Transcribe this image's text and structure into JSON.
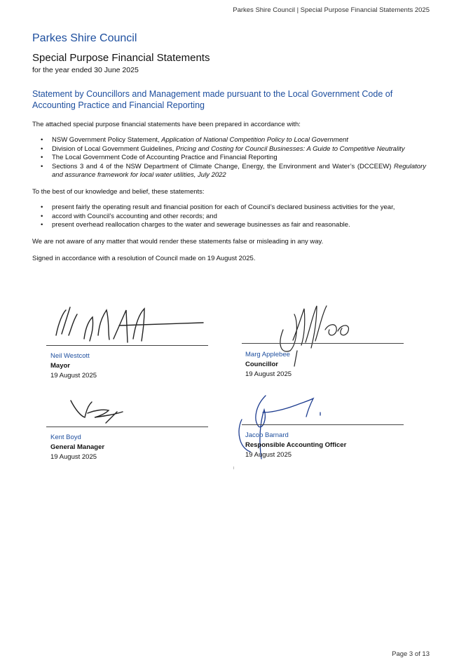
{
  "header": {
    "text": "Parkes Shire Council | Special Purpose Financial Statements 2025"
  },
  "council_name": "Parkes Shire Council",
  "title": "Special Purpose Financial Statements",
  "subtitle": "for the year ended 30 June 2025",
  "statement_heading": "Statement by Councillors and Management made pursuant to the Local Government Code of Accounting Practice and Financial Reporting",
  "intro": "The attached special purpose financial statements have been prepared in accordance with:",
  "accordance_items": [
    {
      "text": "NSW Government Policy Statement, ",
      "italic": "Application of National Competition Policy to Local Government",
      "tail": ""
    },
    {
      "text": "Division of Local Government Guidelines, ",
      "italic": "Pricing and Costing for Council Businesses: A Guide to Competitive Neutrality",
      "tail": ""
    },
    {
      "text": "The Local Government Code of Accounting Practice and Financial Reporting",
      "italic": "",
      "tail": ""
    },
    {
      "text": "Sections 3 and 4 of the NSW Department of Climate Change, Energy, the Environment and Water’s (DCCEEW) ",
      "italic": "Regulatory and assurance framework for local water utilities, July 2022",
      "tail": ""
    }
  ],
  "belief_intro": "To the best of our knowledge and belief, these statements:",
  "belief_items": [
    "present fairly the operating result and financial position for each of Council’s declared business activities for the year,",
    "accord with Council’s accounting and other records; and",
    "present overhead reallocation charges to the water and sewerage businesses as fair and reasonable."
  ],
  "not_aware": "We are not aware of any matter that would render these statements false or misleading in any way.",
  "signed": "Signed in accordance with a resolution of Council made on 19 August 2025.",
  "signatories": {
    "mayor": {
      "name": "Neil Westcott",
      "role": "Mayor",
      "date": "19 August 2025"
    },
    "councillor": {
      "name": "Marg Applebee",
      "role": "Councillor",
      "date": "19 August 2025"
    },
    "gm": {
      "name": "Kent Boyd",
      "role": "General Manager",
      "date": "19 August 2025"
    },
    "rao": {
      "name": "Jacob Barnard",
      "role": "Responsible Accounting Officer",
      "date": "19 August 2025"
    }
  },
  "page": "Page 3 of 13"
}
